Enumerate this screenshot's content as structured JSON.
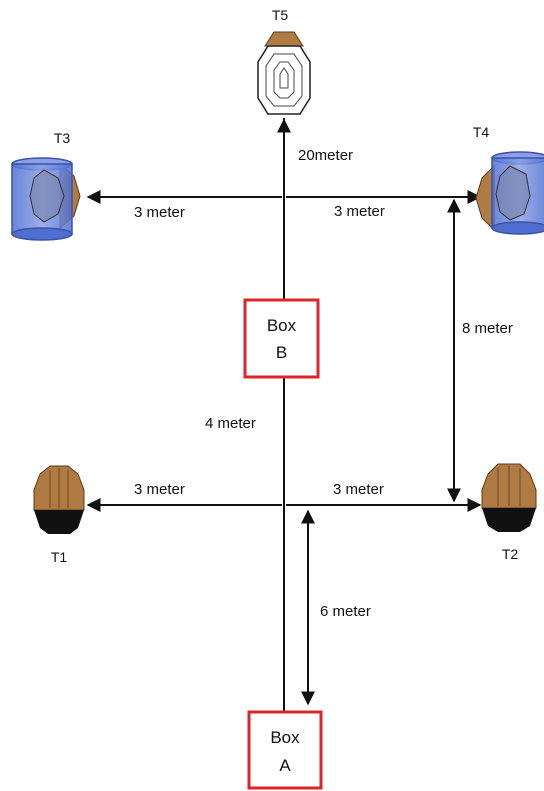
{
  "targets": {
    "t1": {
      "label": "T1"
    },
    "t2": {
      "label": "T2"
    },
    "t3": {
      "label": "T3"
    },
    "t4": {
      "label": "T4"
    },
    "t5": {
      "label": "T5"
    }
  },
  "boxes": {
    "a": {
      "line1": "Box",
      "line2": "A"
    },
    "b": {
      "line1": "Box",
      "line2": "B"
    }
  },
  "distances": {
    "t5": "20meter",
    "t3": "3 meter",
    "t4": "3 meter",
    "t1": "3 meter",
    "t2": "3 meter",
    "vertical_8": "8 meter",
    "box_b": "4 meter",
    "box_a": "6 meter"
  },
  "colors": {
    "box_border": "#d9262b",
    "line": "#111111",
    "target_brown": "#b07a43",
    "target_black": "#111111",
    "barrel_blue": "#6f86d6"
  }
}
